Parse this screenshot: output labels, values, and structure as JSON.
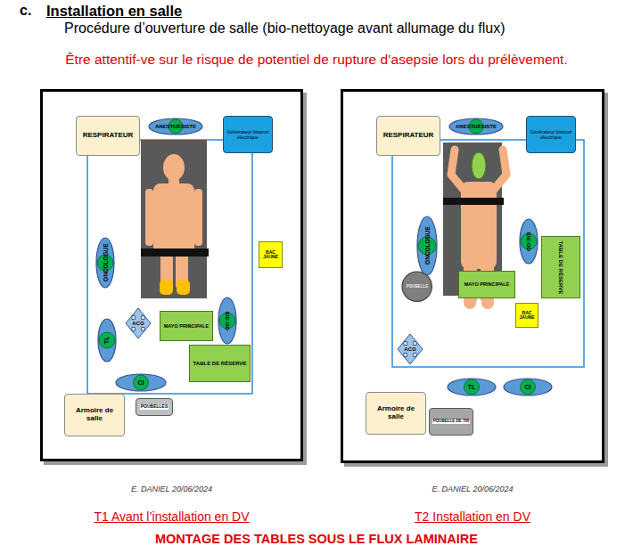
{
  "diagram": {
    "title": "Installation en salle",
    "caption": "MONTAGE DES TABLES SOUS LE FLUX LAMINAIRE",
    "nodes": [
      {
        "text": [
          "E. DANIEL 20/06/2024",
          "T1 Avant l’installation en DV"
        ]
      },
      {
        "text": [
          "RESPIRATEUR"
        ],
        "in": 0
      },
      {
        "text": [
          "ANESTHÉSISTE"
        ],
        "in": 0
      },
      {
        "text": [
          "Générateur bistouri électrique"
        ],
        "in": 0
      },
      {
        "text": [
          "ONCOLOGUE"
        ],
        "in": 0
      },
      {
        "text": [
          "BAC JAUNE"
        ],
        "in": 0
      },
      {
        "text": [
          "ACO"
        ],
        "in": 0
      },
      {
        "text": [
          "MAYO PRINCIPALE"
        ],
        "in": 0
      },
      {
        "text": [
          "IDE-OO"
        ],
        "in": 0
      },
      {
        "text": [
          "TL"
        ],
        "in": 0
      },
      {
        "text": [
          "TABLE DE RÉSERVE"
        ],
        "in": 0
      },
      {
        "text": [
          "CI"
        ],
        "in": 0
      },
      {
        "text": [
          "Armoire de salle"
        ],
        "in": 0
      },
      {
        "text": [
          "POUBELLES"
        ],
        "in": 0
      },
      {
        "text": [
          "E. DANIEL 20/06/2024",
          "T2 Installation en DV"
        ]
      },
      {
        "text": [
          "RESPIRATEUR"
        ],
        "in": 14
      },
      {
        "text": [
          "ANESTHÉSISTE"
        ],
        "in": 14
      },
      {
        "text": [
          "Générateur bistouri électrique"
        ],
        "in": 14
      },
      {
        "text": [
          "ONCOLOGUE"
        ],
        "in": 14
      },
      {
        "text": [
          "IDE-OO"
        ],
        "in": 14
      },
      {
        "text": [
          "TABLE DE RÉSERVE"
        ],
        "in": 14
      },
      {
        "text": [
          "POUBELLE"
        ],
        "in": 14
      },
      {
        "text": [
          "MAYO PRINCIPALE"
        ],
        "in": 14
      },
      {
        "text": [
          "BAC JAUNE"
        ],
        "in": 14
      },
      {
        "text": [
          "ACO"
        ],
        "in": 14
      },
      {
        "text": [
          "TL"
        ],
        "in": 14
      },
      {
        "text": [
          "CI"
        ],
        "in": 14
      },
      {
        "text": [
          "Armoire de salle"
        ],
        "in": 14
      },
      {
        "text": [
          "POUBELLE DE TRI"
        ],
        "in": 14
      }
    ],
    "labels": [
      "c.",
      "Procédure d’ouverture de salle (bio-nettoyage avant allumage du flux)",
      "Être attentif-ve sur le risque de potentiel de rupture d’asepsie lors du prélèvement."
    ]
  }
}
